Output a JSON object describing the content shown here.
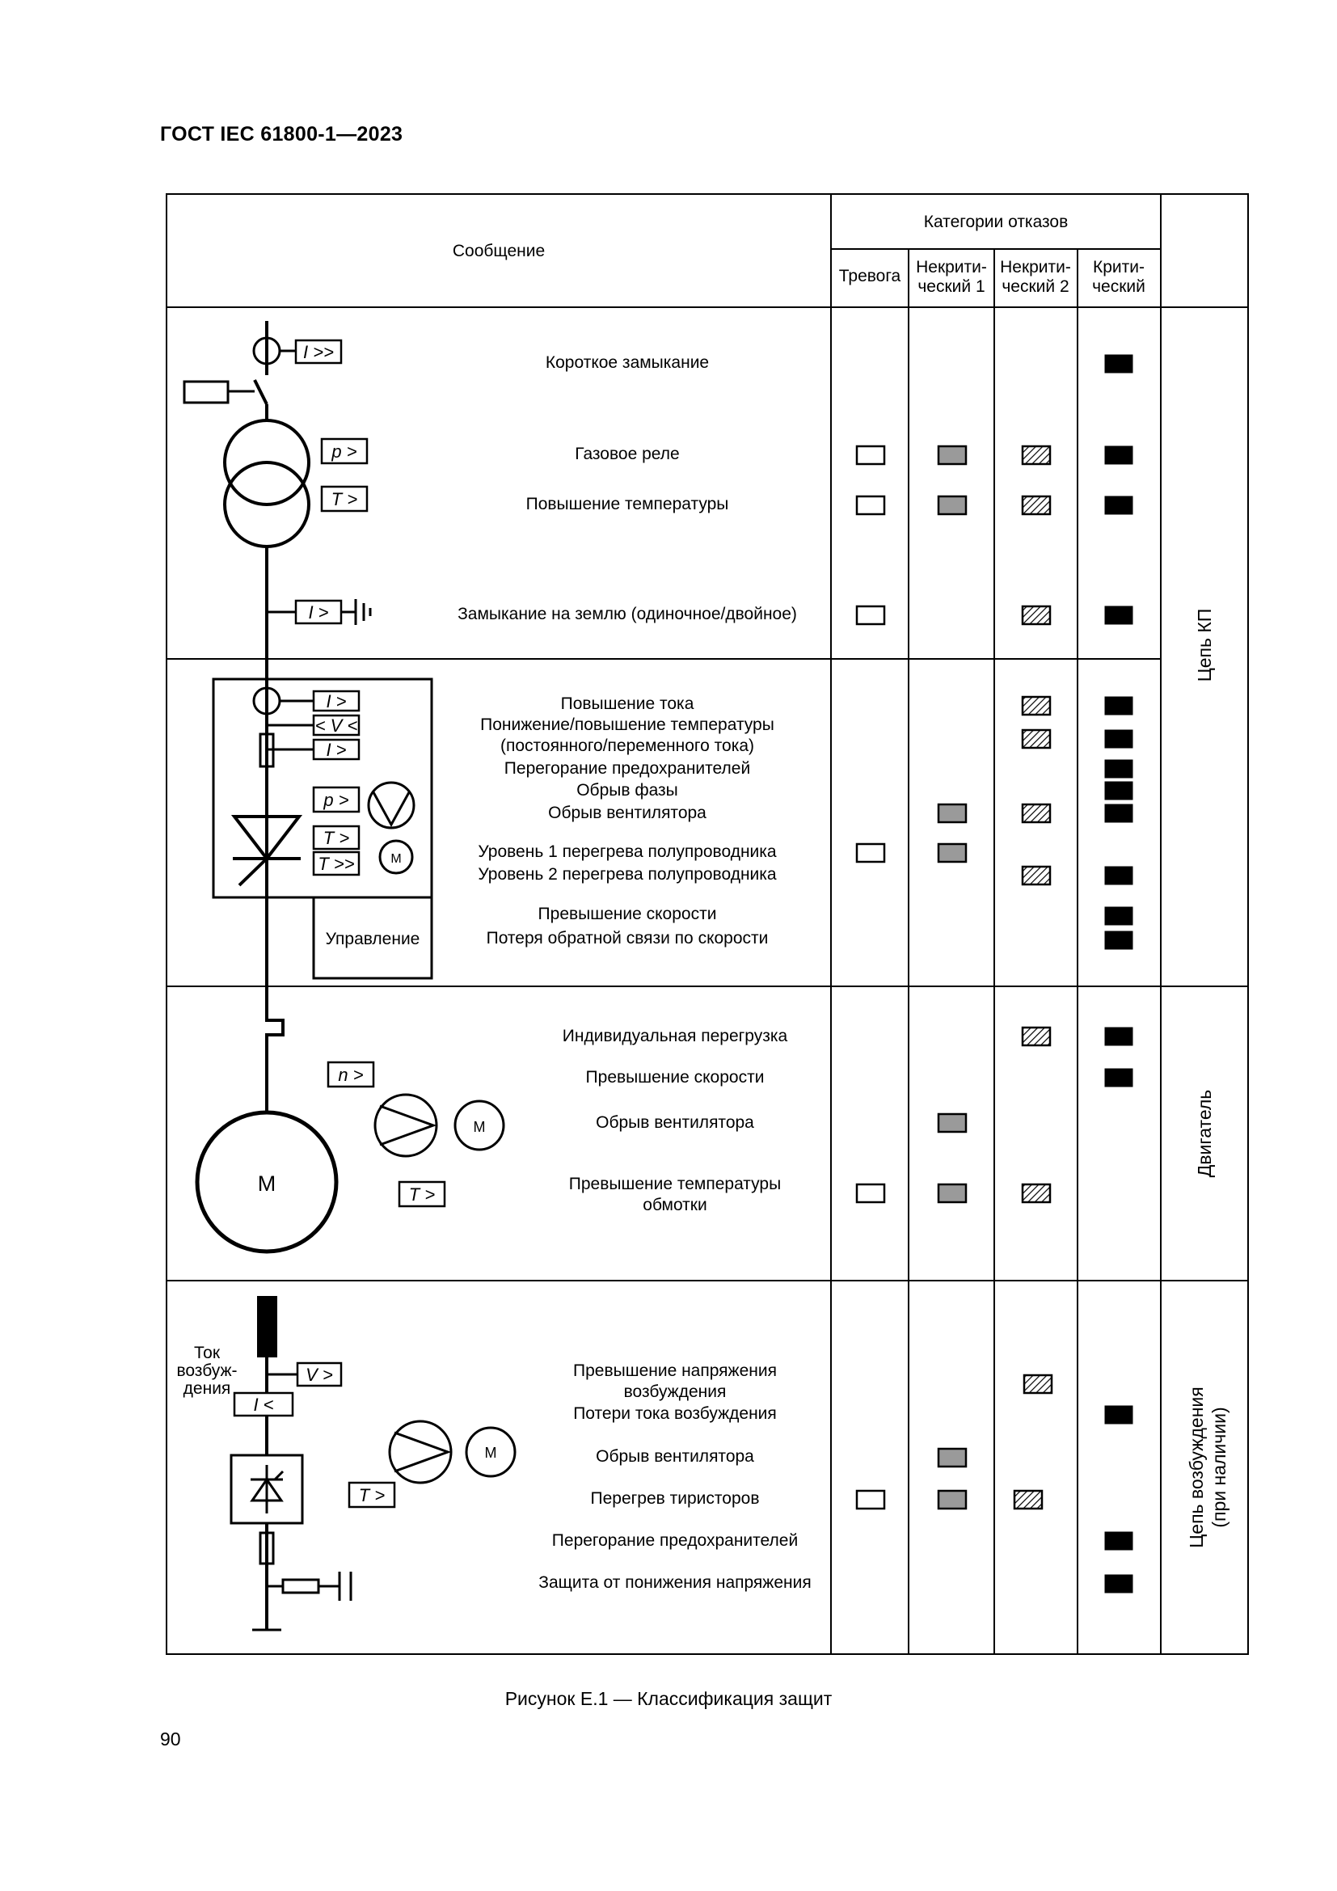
{
  "header": {
    "standard": "ГОСТ IEC 61800-1—2023"
  },
  "table": {
    "col_message": "Сообщение",
    "col_categories": "Категории отказов",
    "categories": [
      {
        "key": "alarm",
        "lines": [
          "Тревога"
        ]
      },
      {
        "key": "noncrit1",
        "lines": [
          "Некрити-",
          "ческий 1"
        ]
      },
      {
        "key": "noncrit2",
        "lines": [
          "Некрити-",
          "ческий 2"
        ]
      },
      {
        "key": "critical",
        "lines": [
          "Крити-",
          "ческий"
        ]
      }
    ],
    "marker_styles": {
      "alarm": "white",
      "noncrit1": "gray",
      "noncrit2": "hatched",
      "critical": "black"
    },
    "section_labels": {
      "converter": "Цепь КП",
      "motor": "Двигатель",
      "excitation": [
        "Цепь возбуждения",
        "(при наличии)"
      ]
    },
    "rows": [
      {
        "lines": [
          "Короткое замыкание"
        ],
        "marks": [
          "critical"
        ]
      },
      {
        "lines": [
          "Газовое реле"
        ],
        "marks": [
          "alarm",
          "noncrit1",
          "noncrit2",
          "critical"
        ]
      },
      {
        "lines": [
          "Повышение температуры"
        ],
        "marks": [
          "alarm",
          "noncrit1",
          "noncrit2",
          "critical"
        ]
      },
      {
        "lines": [
          "Замыкание на землю (одиночное/двойное)"
        ],
        "marks": [
          "alarm",
          "noncrit2",
          "critical"
        ]
      },
      {
        "lines": [
          "Повышение тока"
        ],
        "marks": [
          "noncrit2",
          "critical"
        ]
      },
      {
        "lines": [
          "Понижение/повышение температуры",
          "(постоянного/переменного тока)"
        ],
        "marks": [
          "noncrit2",
          "critical"
        ]
      },
      {
        "lines": [
          "Перегорание предохранителей"
        ],
        "marks": [
          "critical"
        ]
      },
      {
        "lines": [
          "Обрыв фазы"
        ],
        "marks": [
          "critical"
        ]
      },
      {
        "lines": [
          "Обрыв вентилятора"
        ],
        "marks": [
          "noncrit1",
          "noncrit2",
          "critical"
        ]
      },
      {
        "lines": [
          "Уровень 1 перегрева полупроводника"
        ],
        "marks": [
          "alarm",
          "noncrit1"
        ]
      },
      {
        "lines": [
          "Уровень 2 перегрева полупроводника"
        ],
        "marks": [
          "noncrit2",
          "critical"
        ]
      },
      {
        "lines": [
          "Превышение скорости"
        ],
        "marks": [
          "critical"
        ]
      },
      {
        "lines": [
          "Потеря обратной связи по скорости"
        ],
        "marks": [
          "critical"
        ]
      },
      {
        "lines": [
          "Индивидуальная перегрузка"
        ],
        "marks": [
          "noncrit2",
          "critical"
        ]
      },
      {
        "lines": [
          "Превышение скорости"
        ],
        "marks": [
          "critical"
        ]
      },
      {
        "lines": [
          "Обрыв вентилятора"
        ],
        "marks": [
          "noncrit1"
        ]
      },
      {
        "lines": [
          "Превышение температуры",
          "обмотки"
        ],
        "marks": [
          "alarm",
          "noncrit1",
          "noncrit2"
        ]
      },
      {
        "lines": [
          "Превышение напряжения",
          "возбуждения"
        ],
        "marks": [
          "noncrit2"
        ]
      },
      {
        "lines": [
          "Потери тока возбуждения"
        ],
        "marks": [
          "critical"
        ]
      },
      {
        "lines": [
          "Обрыв вентилятора"
        ],
        "marks": [
          "noncrit1"
        ]
      },
      {
        "lines": [
          "Перегрев тиристоров"
        ],
        "marks": [
          "alarm",
          "noncrit1",
          "noncrit2"
        ]
      },
      {
        "lines": [
          "Перегорание предохранителей"
        ],
        "marks": [
          "critical"
        ]
      },
      {
        "lines": [
          "Защита от понижения напряжения"
        ],
        "marks": [
          "critical"
        ]
      }
    ]
  },
  "schematic": {
    "relay_labels": {
      "short_circuit": "I >>",
      "gas": "p >",
      "temp_tr": "T >",
      "earth": "I >",
      "conv_current": "I >",
      "conv_voltage": "< V <",
      "conv_fuse_current": "I >",
      "conv_pressure": "p >",
      "conv_temp1": "T >",
      "conv_temp2": "T >>",
      "motor_speed": "n >",
      "motor_temp": "T >",
      "exc_voltage": "V >",
      "exc_current": "I <",
      "exc_temp": "T >"
    },
    "control_label": "Управление",
    "motor_label": "M",
    "fan_motor_label": "M",
    "excitation_current_label": [
      "Ток",
      "возбуж-",
      "дения"
    ]
  },
  "caption": "Рисунок Е.1 — Классификация защит",
  "page_number": "90"
}
